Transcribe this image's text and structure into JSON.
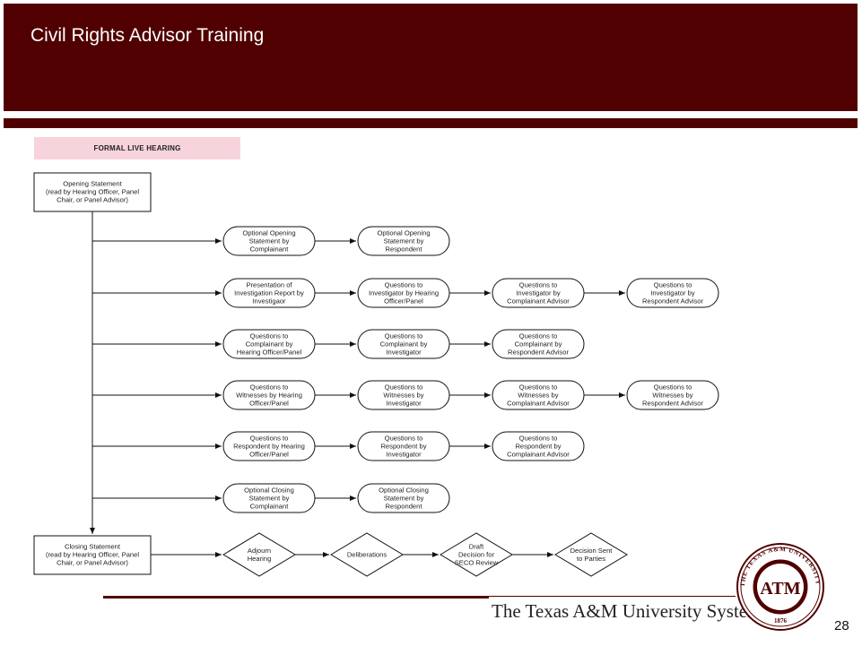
{
  "slide": {
    "title": "Civil Rights Advisor Training",
    "banner": "FORMAL LIVE HEARING",
    "footer": "The Texas A&M University System",
    "page_number": "28",
    "colors": {
      "maroon": "#500000",
      "banner_pink": "#f7d3dc"
    }
  },
  "logo": {
    "emblem": "ATM",
    "ring_top": "THE TEXAS A&M UNIVERSITY SYSTEM",
    "year": "1876",
    "icon": "university-seal-icon"
  },
  "flow": {
    "opening": [
      "Opening Statement",
      "(read by Hearing Officer, Panel",
      "Chair, or Panel Advisor)"
    ],
    "closing": [
      "Closing Statement",
      "(read by Hearing Officer, Panel",
      "Chair, or Panel Advisor)"
    ],
    "rows": [
      [
        [
          "Optional Opening",
          "Statement by",
          "Complainant"
        ],
        [
          "Optional Opening",
          "Statement by",
          "Respondent"
        ]
      ],
      [
        [
          "Presentation of",
          "Investigation Report by",
          "Investigaor"
        ],
        [
          "Questions to",
          "Investigator by Hearing",
          "Officer/Panel"
        ],
        [
          "Questions to",
          "Investigator by",
          "Complainant Advisor"
        ],
        [
          "Questions to",
          "Investigator by",
          "Respondent Advisor"
        ]
      ],
      [
        [
          "Questions to",
          "Complainant by",
          "Hearing Officer/Panel"
        ],
        [
          "Questions to",
          "Complainant by",
          "Investigator"
        ],
        [
          "Questions to",
          "Complainant by",
          "Respondent Advisor"
        ]
      ],
      [
        [
          "Questions to",
          "Witnesses by Hearing",
          "Officer/Panel"
        ],
        [
          "Questions to",
          "Witnesses by",
          "Investigator"
        ],
        [
          "Questions to",
          "Witnesses by",
          "Complainant Advisor"
        ],
        [
          "Questions to",
          "Witnesses by",
          "Respondent Advisor"
        ]
      ],
      [
        [
          "Questions to",
          "Respondent by Hearing",
          "Officer/Panel"
        ],
        [
          "Questions to",
          "Respondent by",
          "Investigator"
        ],
        [
          "Questions to",
          "Respondent by",
          "Complainant Advisor"
        ]
      ],
      [
        [
          "Optional Closing",
          "Statement by",
          "Complainant"
        ],
        [
          "Optional Closing",
          "Statement by",
          "Respondent"
        ]
      ]
    ],
    "decisions": [
      [
        "Adjourn",
        "Hearing"
      ],
      [
        "Deliberations"
      ],
      [
        "Draft",
        "Decision for",
        "SECO Review"
      ],
      [
        "Decision Sent",
        "to Parties"
      ]
    ]
  }
}
